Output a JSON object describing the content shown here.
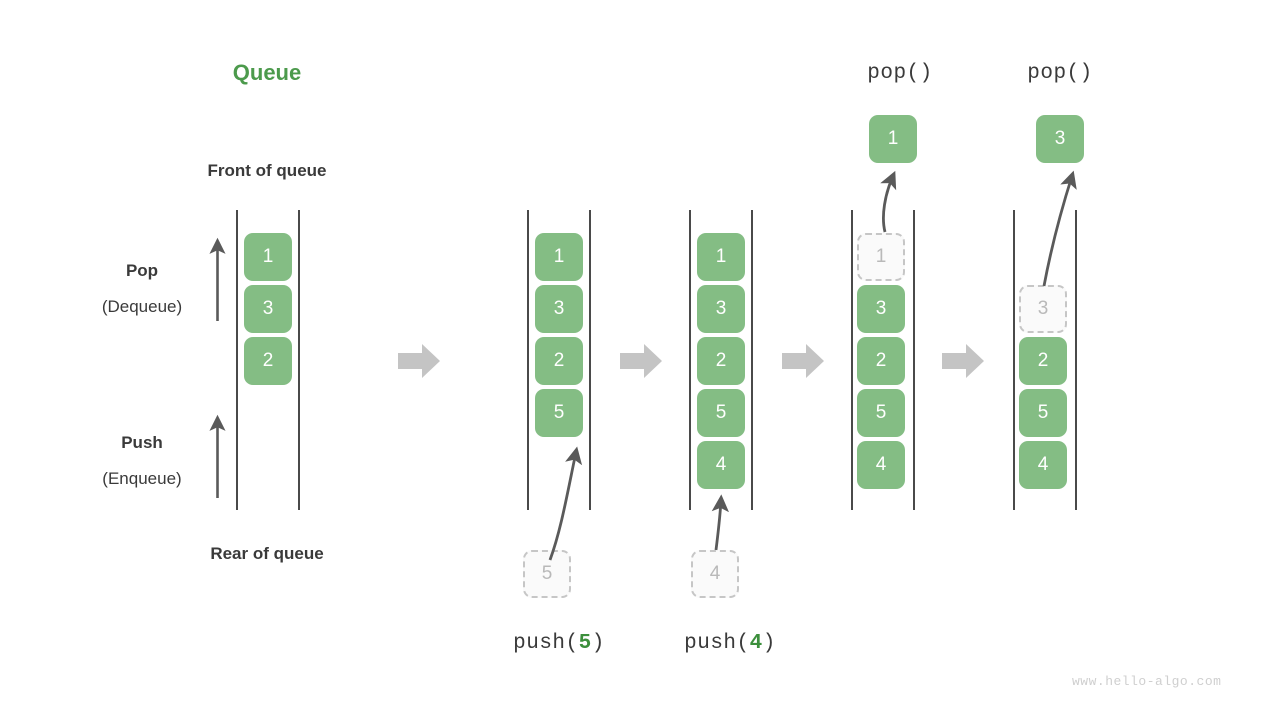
{
  "title": "Queue",
  "labels": {
    "front": "Front of queue",
    "rear": "Rear of queue",
    "pop_bold": "Pop",
    "pop_paren": "(Dequeue)",
    "push_bold": "Push",
    "push_paren": "(Enqueue)"
  },
  "watermark": "www.hello-algo.com",
  "colors": {
    "accent_green": "#4c9a4c",
    "cell_green": "#84bd84",
    "cell_text": "#ffffff",
    "ghost_fill": "#fafafa",
    "ghost_border": "#c6c6c6",
    "ghost_text": "#b9b9b9",
    "rail": "#4a4a4a",
    "arrow_gray": "#5a5a5a",
    "sep_arrow_gray": "#c4c4c4",
    "text": "#3a3a3a",
    "watermark": "#cfcfcf"
  },
  "operations": {
    "push5": {
      "name": "push",
      "open": "(",
      "arg": "5",
      "close": ")"
    },
    "push4": {
      "name": "push",
      "open": "(",
      "arg": "4",
      "close": ")"
    },
    "pop1": {
      "text": "pop()"
    },
    "pop2": {
      "text": "pop()"
    }
  },
  "columns": [
    {
      "id": "initial",
      "stack": [
        "1",
        "3",
        "2"
      ],
      "ghosts": [],
      "caption": ""
    },
    {
      "id": "after-push-5",
      "stack": [
        "1",
        "3",
        "2",
        "5"
      ],
      "incoming": "5",
      "caption": "push(5)"
    },
    {
      "id": "after-push-4",
      "stack": [
        "1",
        "3",
        "2",
        "5",
        "4"
      ],
      "incoming": "4",
      "caption": "push(4)"
    },
    {
      "id": "after-pop-1",
      "stack": [
        "1",
        "3",
        "2",
        "5",
        "4"
      ],
      "removed": "1",
      "removed_slot": 0,
      "popped": "1",
      "caption": "pop()"
    },
    {
      "id": "after-pop-3",
      "stack": [
        "3",
        "2",
        "5",
        "4"
      ],
      "removed": "3",
      "removed_slot": 1,
      "popped": "3",
      "caption": "pop()"
    }
  ],
  "cells": {
    "c0_0": "1",
    "c0_1": "3",
    "c0_2": "2",
    "c1_0": "1",
    "c1_1": "3",
    "c1_2": "2",
    "c1_3": "5",
    "c1_ghost": "5",
    "c2_0": "1",
    "c2_1": "3",
    "c2_2": "2",
    "c2_3": "5",
    "c2_4": "4",
    "c2_ghost": "4",
    "c3_ghost": "1",
    "c3_1": "3",
    "c3_2": "2",
    "c3_3": "5",
    "c3_4": "4",
    "c3_popped": "1",
    "c4_ghost": "3",
    "c4_2": "2",
    "c4_3": "5",
    "c4_4": "4",
    "c4_popped": "3"
  }
}
